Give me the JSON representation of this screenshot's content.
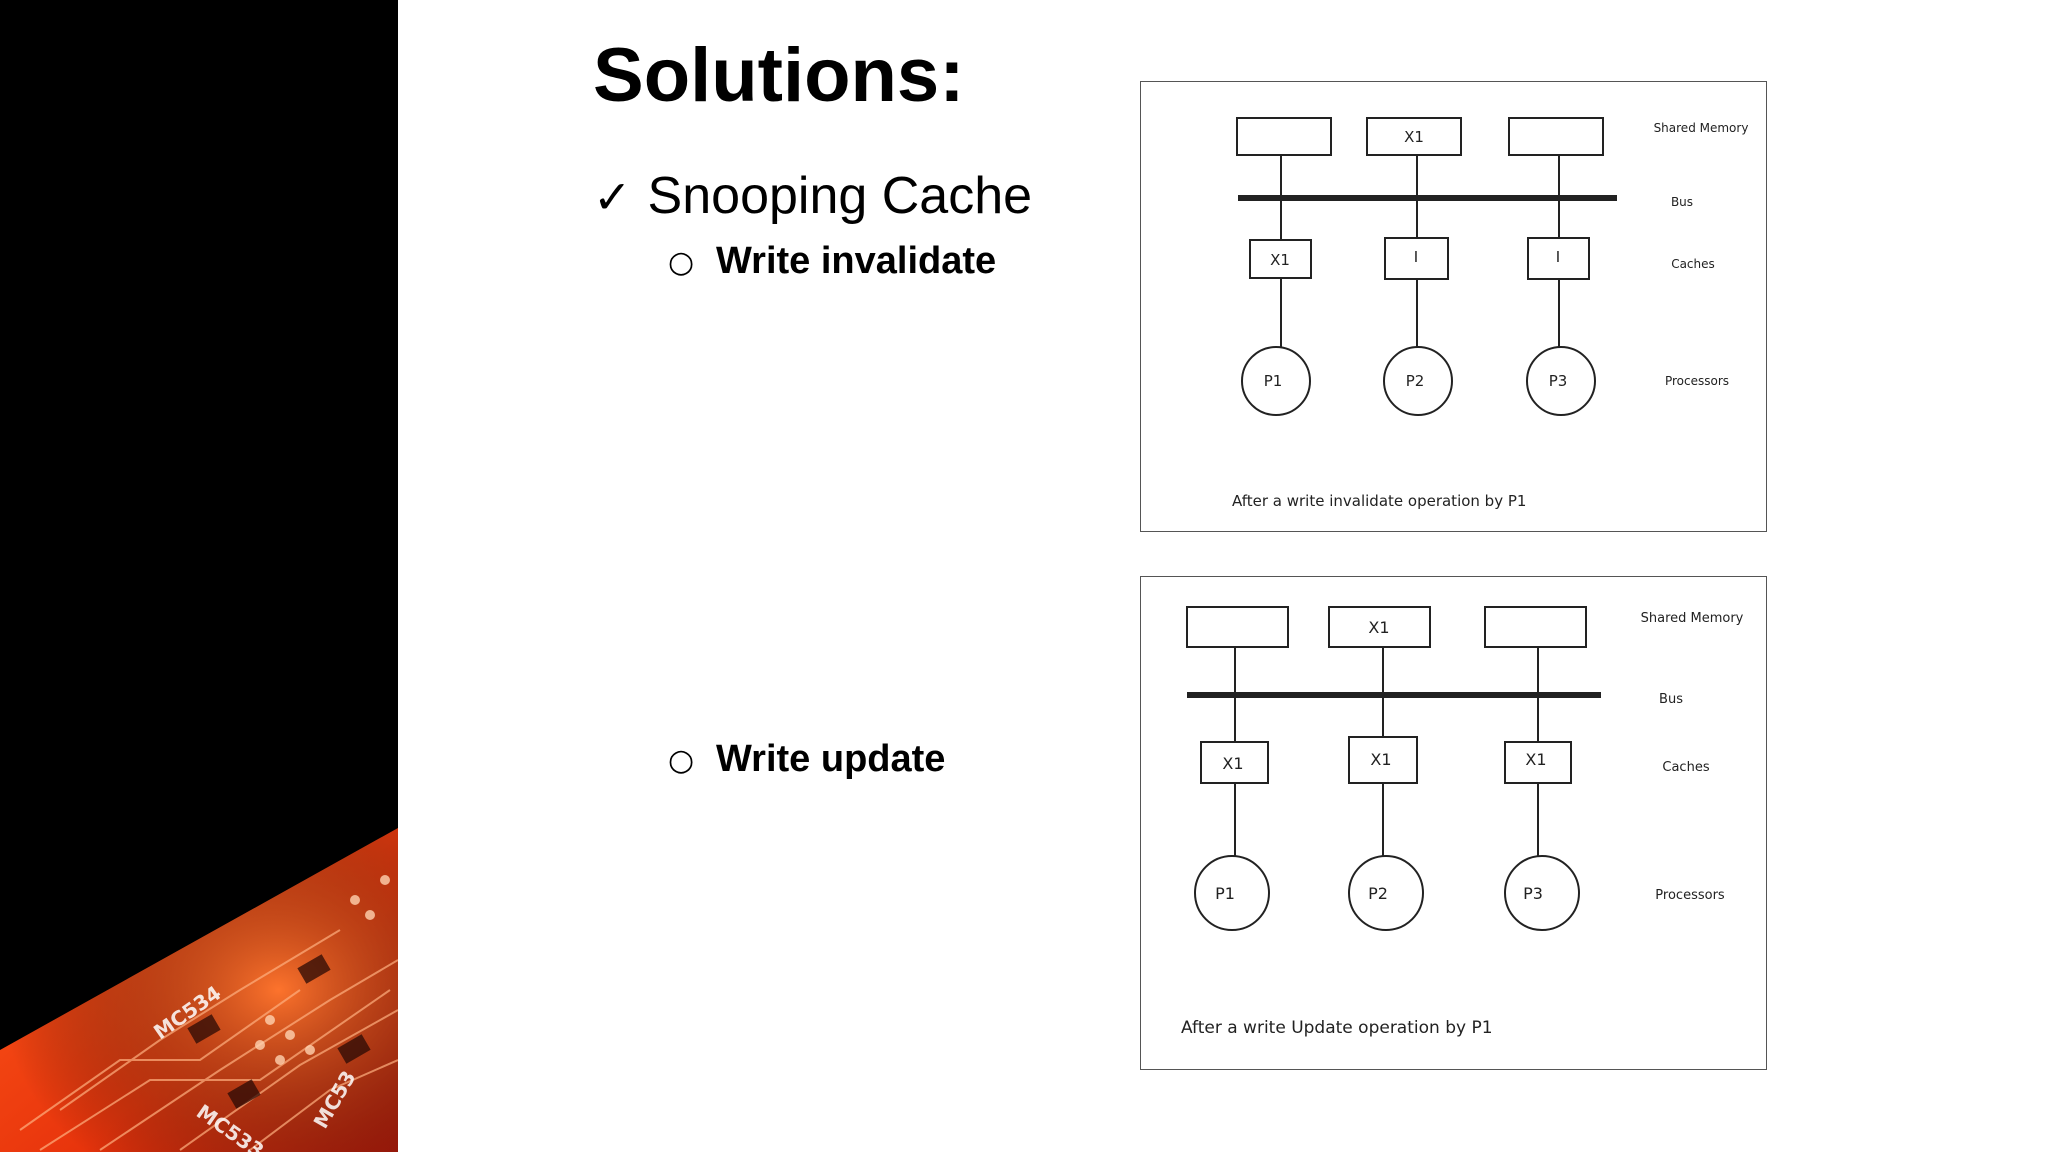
{
  "slide": {
    "title": "Solutions:",
    "bullet": {
      "check": "✓",
      "text": "Snooping Cache"
    },
    "sub_bullets": [
      {
        "marker": "○",
        "text": "Write invalidate"
      },
      {
        "marker": "○",
        "text": "Write update"
      }
    ]
  },
  "figures": [
    {
      "memory": [
        "",
        "X1",
        ""
      ],
      "caches": [
        "X1",
        "I",
        "I"
      ],
      "processors": [
        "P1",
        "P2",
        "P3"
      ],
      "labels": {
        "memory": "Shared Memory",
        "bus": "Bus",
        "caches": "Caches",
        "processors": "Processors"
      },
      "caption": "After a write invalidate operation by P1"
    },
    {
      "memory": [
        "",
        "X1",
        ""
      ],
      "caches": [
        "X1",
        "X1",
        "X1"
      ],
      "processors": [
        "P1",
        "P2",
        "P3"
      ],
      "labels": {
        "memory": "Shared Memory",
        "bus": "Bus",
        "caches": "Caches",
        "processors": "Processors"
      },
      "caption": "After a write Update operation by P1"
    }
  ],
  "sidebar_image": {
    "alt": "red circuit board",
    "chip_labels": [
      "MC534",
      "MC533",
      "MC53"
    ]
  }
}
